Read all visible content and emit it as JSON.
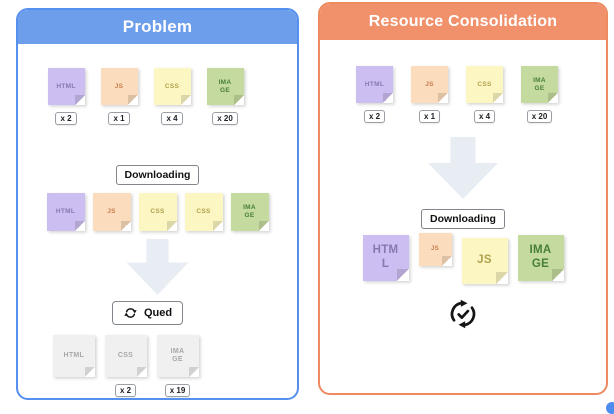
{
  "diagram": {
    "left": {
      "title": "Problem",
      "row1": {
        "notes": [
          {
            "label": "HTML",
            "count": "x 2"
          },
          {
            "label": "JS",
            "count": "x 1"
          },
          {
            "label": "CSS",
            "count": "x 4"
          },
          {
            "label": "IMA GE",
            "count": "x 20"
          }
        ]
      },
      "downloading_label": "Downloading",
      "row2": {
        "notes": [
          {
            "label": "HTML"
          },
          {
            "label": "JS"
          },
          {
            "label": "CSS"
          },
          {
            "label": "CSS"
          },
          {
            "label": "IMA GE"
          }
        ]
      },
      "qued_label": "Qued",
      "row3": {
        "notes": [
          {
            "label": "HTML"
          },
          {
            "label": "CSS",
            "count": "x 2"
          },
          {
            "label": "IMA GE",
            "count": "x 19"
          }
        ]
      }
    },
    "right": {
      "title": "Resource Consolidation",
      "row1": {
        "notes": [
          {
            "label": "HTML",
            "count": "x 2"
          },
          {
            "label": "JS",
            "count": "x 1"
          },
          {
            "label": "CSS",
            "count": "x 4"
          },
          {
            "label": "IMA GE",
            "count": "x 20"
          }
        ]
      },
      "downloading_label": "Downloading",
      "row2": {
        "notes": [
          {
            "label": "HTM L"
          },
          {
            "label": "JS"
          },
          {
            "label": "JS"
          },
          {
            "label": "IMA GE"
          }
        ]
      }
    },
    "icons": {
      "qued_icon": "refresh-icon",
      "consolidation_icon": "sync-check-icon"
    },
    "colors": {
      "left_header": "#6D9EEB",
      "left_border": "#5590EE",
      "right_header": "#F0916C",
      "right_border": "#EE8A5F",
      "arrow": "#E8EDF3",
      "note_html": "#CCBEF0",
      "note_js": "#FBDCBC",
      "note_css": "#FCF7C2",
      "note_image": "#C5DA9E",
      "note_queued": "#F0F0F0"
    }
  }
}
